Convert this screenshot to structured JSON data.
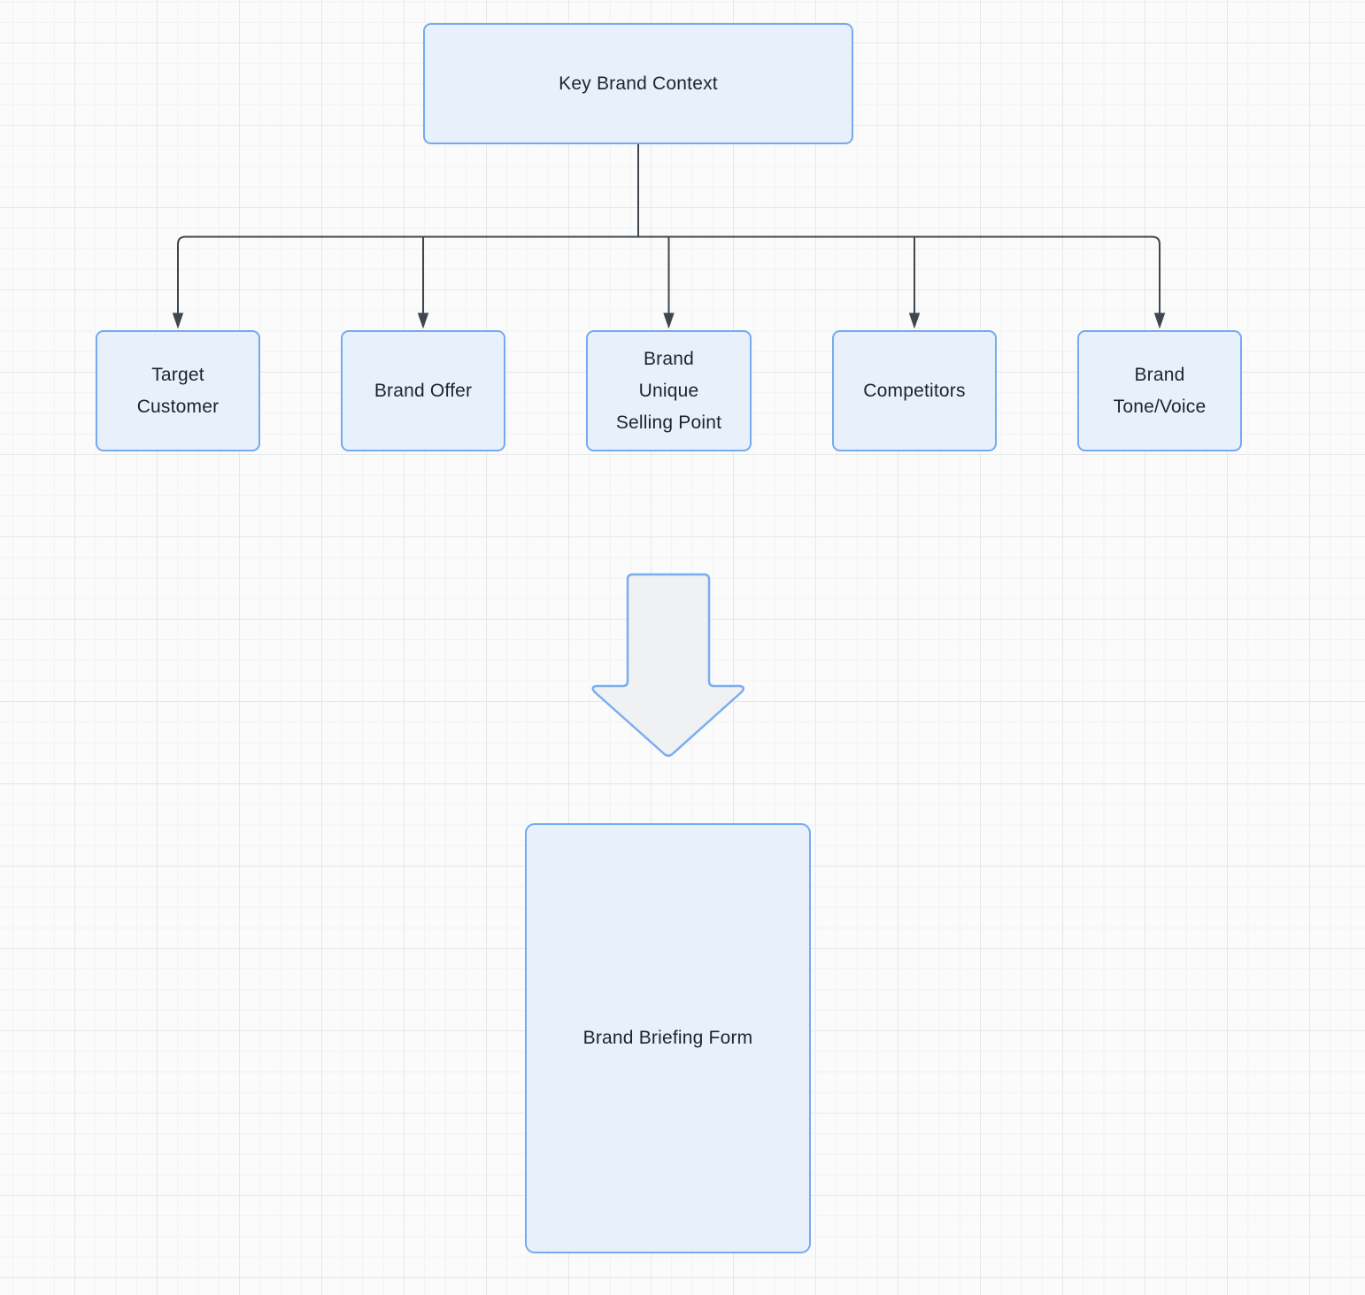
{
  "diagram": {
    "root": {
      "label": "Key Brand Context"
    },
    "children": [
      {
        "label": "Target\nCustomer"
      },
      {
        "label": "Brand Offer"
      },
      {
        "label": "Brand\nUnique\nSelling Point"
      },
      {
        "label": "Competitors"
      },
      {
        "label": "Brand\nTone/Voice"
      }
    ],
    "result": {
      "label": "Brand Briefing Form"
    },
    "shapes": {
      "down_arrow": "block-arrow-down"
    },
    "colors": {
      "canvas_bg": "#fbfbfb",
      "grid_minor": "#f2f2f3",
      "grid_major": "#e7e7e9",
      "node_fill": "#e8f0fc",
      "node_border": "#74aaf0",
      "connector": "#3f464e",
      "arrow_fill": "#f0f1f3",
      "arrow_border": "#79adf2",
      "text": "#1f242b"
    }
  }
}
